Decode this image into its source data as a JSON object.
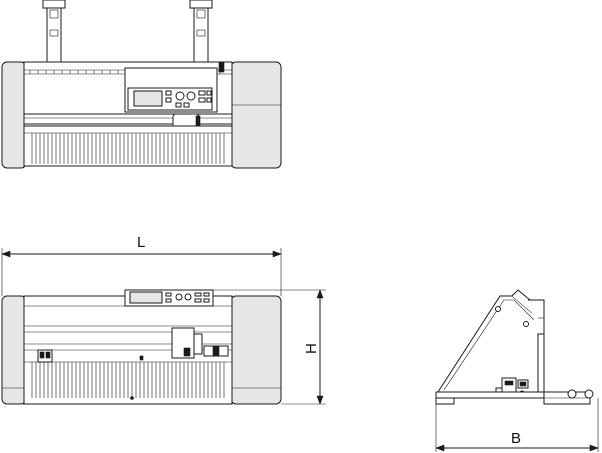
{
  "dimensions": {
    "length_label": "L",
    "height_label": "H",
    "depth_label": "B"
  },
  "colors": {
    "line": "#1a1a1a",
    "background": "#ffffff",
    "body_shade": "#e6e6e6"
  }
}
